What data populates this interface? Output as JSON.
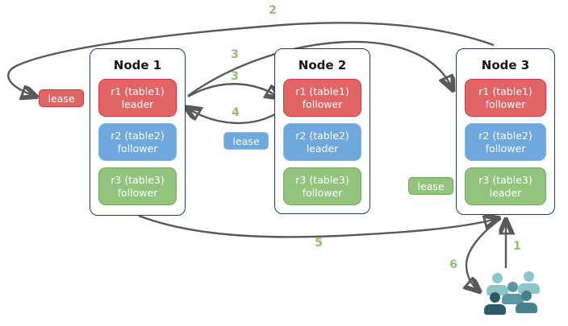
{
  "nodes": [
    {
      "title": "Node 1",
      "replicas": [
        {
          "name": "r1 (table1)",
          "role": "leader"
        },
        {
          "name": "r2 (table2)",
          "role": "follower"
        },
        {
          "name": "r3 (table3)",
          "role": "follower"
        }
      ]
    },
    {
      "title": "Node 2",
      "replicas": [
        {
          "name": "r1 (table1)",
          "role": "follower"
        },
        {
          "name": "r2 (table2)",
          "role": "leader"
        },
        {
          "name": "r3 (table3)",
          "role": "follower"
        }
      ]
    },
    {
      "title": "Node 3",
      "replicas": [
        {
          "name": "r1 (table1)",
          "role": "follower"
        },
        {
          "name": "r2 (table2)",
          "role": "follower"
        },
        {
          "name": "r3 (table3)",
          "role": "leader"
        }
      ]
    }
  ],
  "leases": {
    "table1": "lease",
    "table2": "lease",
    "table3": "lease"
  },
  "steps": {
    "s1": "1",
    "s2": "2",
    "s3a": "3",
    "s3b": "3",
    "s4": "4",
    "s5": "5",
    "s6": "6"
  },
  "icons": {
    "users": "users-icon"
  },
  "colors": {
    "replica_red": "#e06666",
    "replica_blue": "#6fa8dc",
    "replica_green": "#93c47d",
    "node_border": "#223d63",
    "arrow": "#595959",
    "step_label": "#8fbf72",
    "users_light_teal": "#8cc6c6",
    "users_mid_teal": "#5d96a5",
    "users_dark_teal": "#2d5b6b"
  }
}
